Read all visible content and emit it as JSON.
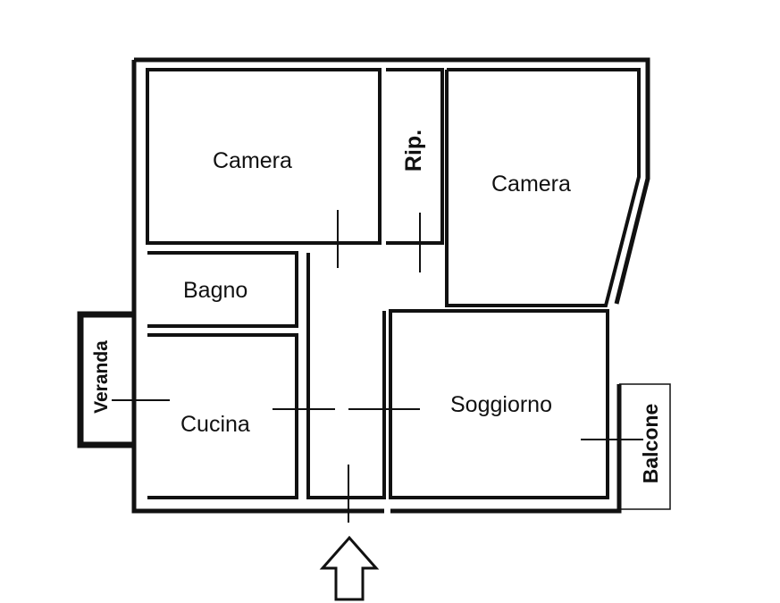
{
  "rooms": {
    "camera_left": "Camera",
    "ripostiglio": "Rip.",
    "camera_right": "Camera",
    "bagno": "Bagno",
    "cucina": "Cucina",
    "soggiorno": "Soggiorno",
    "veranda": "Veranda",
    "balcone": "Balcone"
  },
  "colors": {
    "wall": "#111111",
    "background": "#ffffff"
  },
  "entrance_icon": "up-arrow-icon"
}
